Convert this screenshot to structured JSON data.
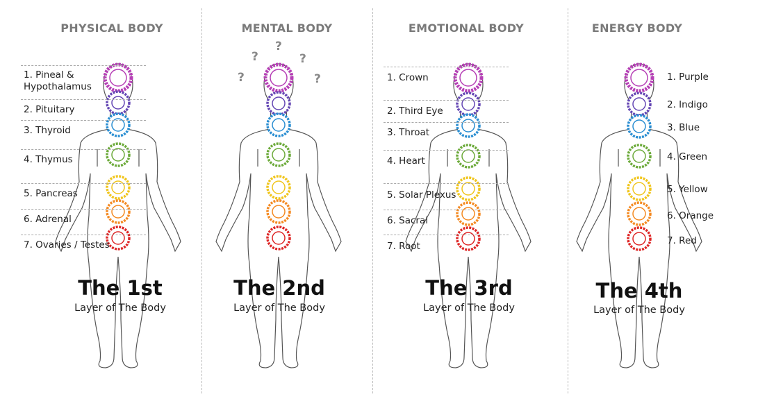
{
  "colors": {
    "crown": "#b63fb6",
    "third_eye": "#6446b4",
    "throat": "#2a8ed2",
    "heart": "#6caa3a",
    "solar": "#f0c51c",
    "sacral": "#f48a22",
    "root": "#de2626"
  },
  "panels": [
    {
      "heading": "PHYSICAL BODY",
      "title": "The 1st",
      "subtitle": "Layer of The Body",
      "labels": [
        "1. Pineal &\nHypothalamus",
        "2. Pituitary",
        "3. Thyroid",
        "4. Thymus",
        "5. Pancreas",
        "6. Adrenal",
        "7. Ovaries / Testes"
      ]
    },
    {
      "heading": "MENTAL BODY",
      "title": "The 2nd",
      "subtitle": "Layer of The Body",
      "question_marks": [
        "?",
        "?",
        "?",
        "?",
        "?"
      ]
    },
    {
      "heading": "EMOTIONAL BODY",
      "title": "The 3rd",
      "subtitle": "Layer of The Body",
      "labels": [
        "1. Crown",
        "2. Third Eye",
        "3. Throat",
        "4. Heart",
        "5. Solar Plexus",
        "6. Sacral",
        "7. Root"
      ]
    },
    {
      "heading": "ENERGY BODY",
      "title": "The 4th",
      "subtitle": "Layer of The Body",
      "labels": [
        "1. Purple",
        "2. Indigo",
        "3. Blue",
        "4. Green",
        "5. Yellow",
        "6. Orange",
        "7. Red"
      ]
    }
  ]
}
